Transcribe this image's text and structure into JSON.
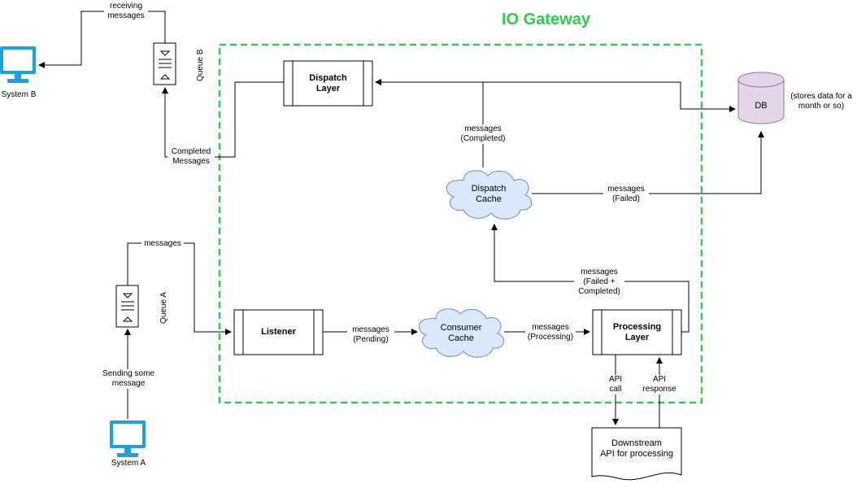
{
  "title": "IO Gateway",
  "systems": {
    "a": "System A",
    "b": "System B"
  },
  "queues": {
    "a": "Queue A",
    "b": "Queue B"
  },
  "components": {
    "listener": "Listener",
    "processing": "Processing\nLayer",
    "dispatch": "Dispatch\nLayer",
    "consumer_cache": "Consumer\nCache",
    "dispatch_cache": "Dispatch\nCache",
    "db": "DB",
    "downstream": "Downstream\nAPI for processing"
  },
  "notes": {
    "db_note": "(stores data for a\nmonth or so)"
  },
  "edges": {
    "sending": "Sending some\nmessage",
    "messages_a": "messages",
    "pending": "messages\n(Pending)",
    "processing": "messages\n(Processing)",
    "failed_completed": "messages\n(Failed +\nCompleted)",
    "failed": "messages\n(Failed)",
    "completed": "messages\n(Completed)",
    "completed_messages": "Completed\nMessages",
    "receiving": "receiving\nmessages",
    "api_call": "API\ncall",
    "api_response": "API\nresponse"
  },
  "colors": {
    "gateway_border": "#2fcc4c",
    "monitor": "#1ba1e2",
    "cloud_fill": "#dae8fc",
    "cloud_stroke": "#6c8ebf",
    "db_fill": "#e1d5e7",
    "db_stroke": "#9673a6"
  }
}
